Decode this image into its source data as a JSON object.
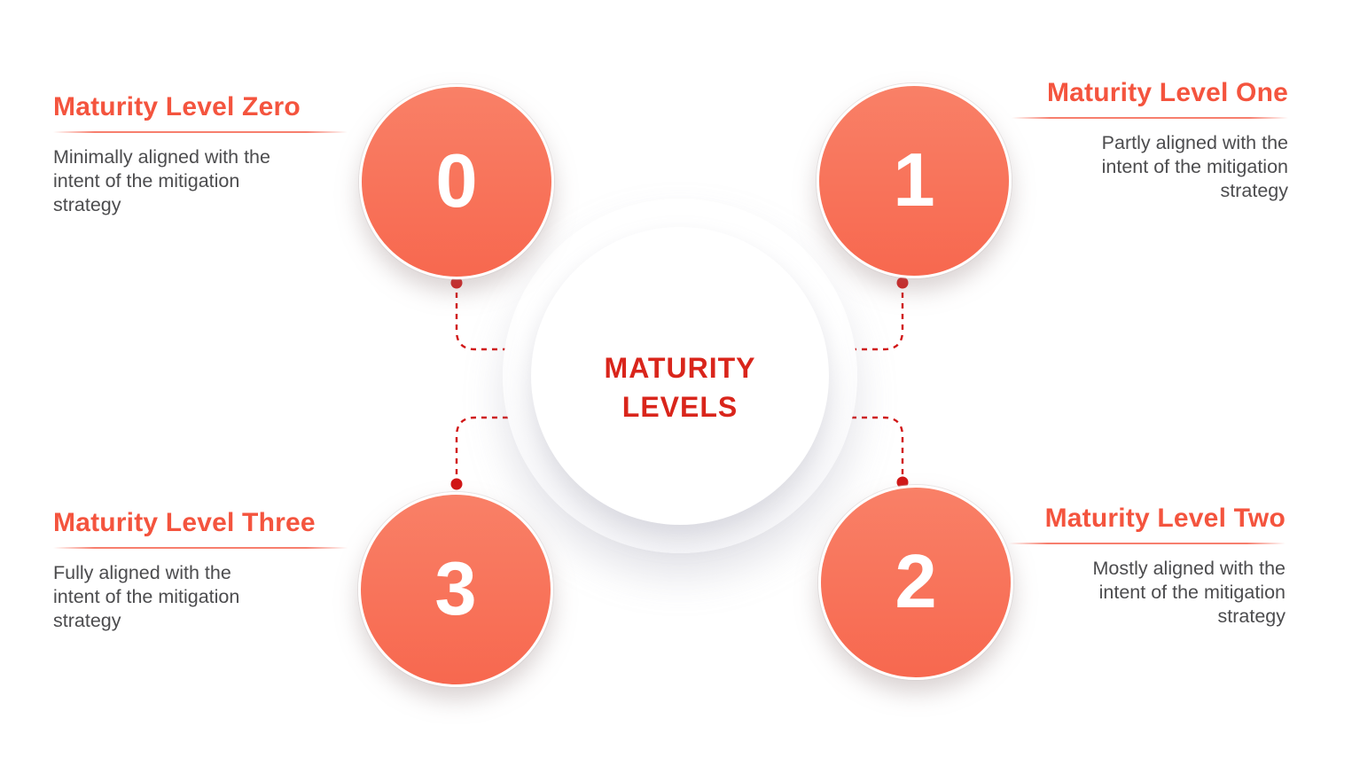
{
  "center": {
    "title_line1": "MATURITY",
    "title_line2": "LEVELS"
  },
  "levels": [
    {
      "number": "0",
      "heading": "Maturity Level Zero",
      "lines": [
        "Minimally aligned with the",
        "intent of the mitigation",
        "strategy"
      ],
      "position": "top-left"
    },
    {
      "number": "1",
      "heading": "Maturity Level One",
      "lines": [
        "Partly aligned with the",
        "intent of the mitigation",
        "strategy"
      ],
      "position": "top-right"
    },
    {
      "number": "2",
      "heading": "Maturity Level Two",
      "lines": [
        "Mostly aligned with the",
        "intent of the mitigation",
        "strategy"
      ],
      "position": "bottom-right"
    },
    {
      "number": "3",
      "heading": "Maturity Level Three",
      "lines": [
        "Fully aligned with the",
        "intent of the mitigation",
        "strategy"
      ],
      "position": "bottom-left"
    }
  ],
  "colors": {
    "heading": "#F4543E",
    "circle_gradient_top": "#F98067",
    "circle_gradient_bottom": "#F7684F",
    "center_text": "#D9251B",
    "connector_dashed": "#D11717",
    "arc": "#F1563F",
    "body_text": "#4C4C4E",
    "background": "#FFFFFF"
  }
}
